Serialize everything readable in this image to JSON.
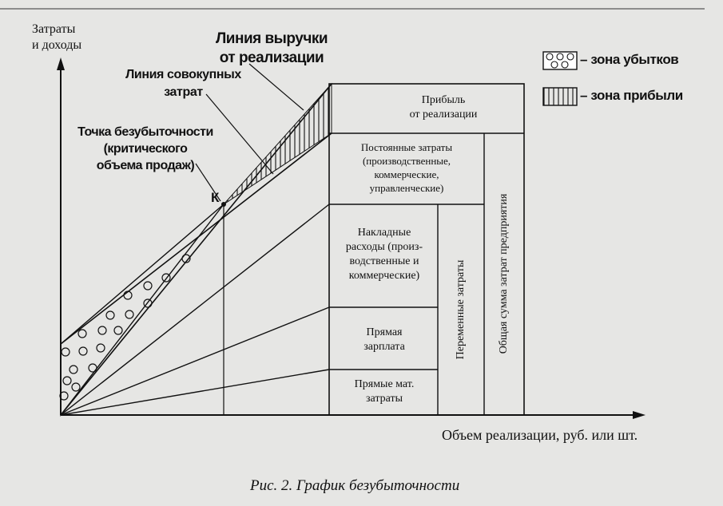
{
  "axes": {
    "y_label": "Затраты\nи доходы",
    "x_label": "Объем реализации, руб. или шт."
  },
  "annotations": {
    "revenue_line": "Линия выручки\nот реализации",
    "total_cost_line": "Линия совокупных\nзатрат",
    "breakeven": "Точка безубыточности\n(критического\nобъема продаж)",
    "point_k": "К"
  },
  "legend": {
    "loss_zone": "– зона убытков",
    "profit_zone": "– зона прибыли"
  },
  "blocks": {
    "profit": "Прибыль\nот реализации",
    "fixed_costs": "Постоянные затраты\n(производственные,\nкоммерческие,\nуправленческие)",
    "overhead": "Накладные\nрасходы (произ-\nводственные и\nкоммерческие)",
    "direct_wages": "Прямая\nзарплата",
    "direct_materials": "Прямые мат.\nзатраты",
    "variable_costs": "Переменные затраты",
    "total_costs": "Общая сумма затрат предприятия"
  },
  "caption": "Рис. 2. График безубыточности"
}
